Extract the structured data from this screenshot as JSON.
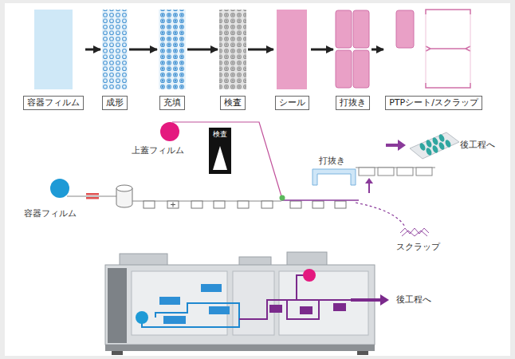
{
  "diagram": {
    "nodes": [
      {
        "text": [
          "容器フィルム"
        ]
      },
      {
        "text": [
          "成形"
        ]
      },
      {
        "text": [
          "充填"
        ]
      },
      {
        "text": [
          "検査"
        ]
      },
      {
        "text": [
          "シール"
        ]
      },
      {
        "text": [
          "打抜き"
        ]
      },
      {
        "text": [
          "PTPシート/スクラップ"
        ]
      },
      {
        "text": [
          "検査"
        ]
      }
    ],
    "edges": [
      {
        "from": 0,
        "to": 1,
        "arrow": "to"
      },
      {
        "from": 1,
        "to": 2,
        "arrow": "to"
      },
      {
        "from": 2,
        "to": 3,
        "arrow": "to"
      },
      {
        "from": 3,
        "to": 4,
        "arrow": "to"
      },
      {
        "from": 4,
        "to": 5,
        "arrow": "to"
      },
      {
        "from": 5,
        "to": 6,
        "arrow": "to"
      }
    ],
    "labels": [
      "容器フィルム",
      "上蓋フィルム",
      "打抜き",
      "後工程へ",
      "スクラップ",
      "後工程へ"
    ]
  }
}
